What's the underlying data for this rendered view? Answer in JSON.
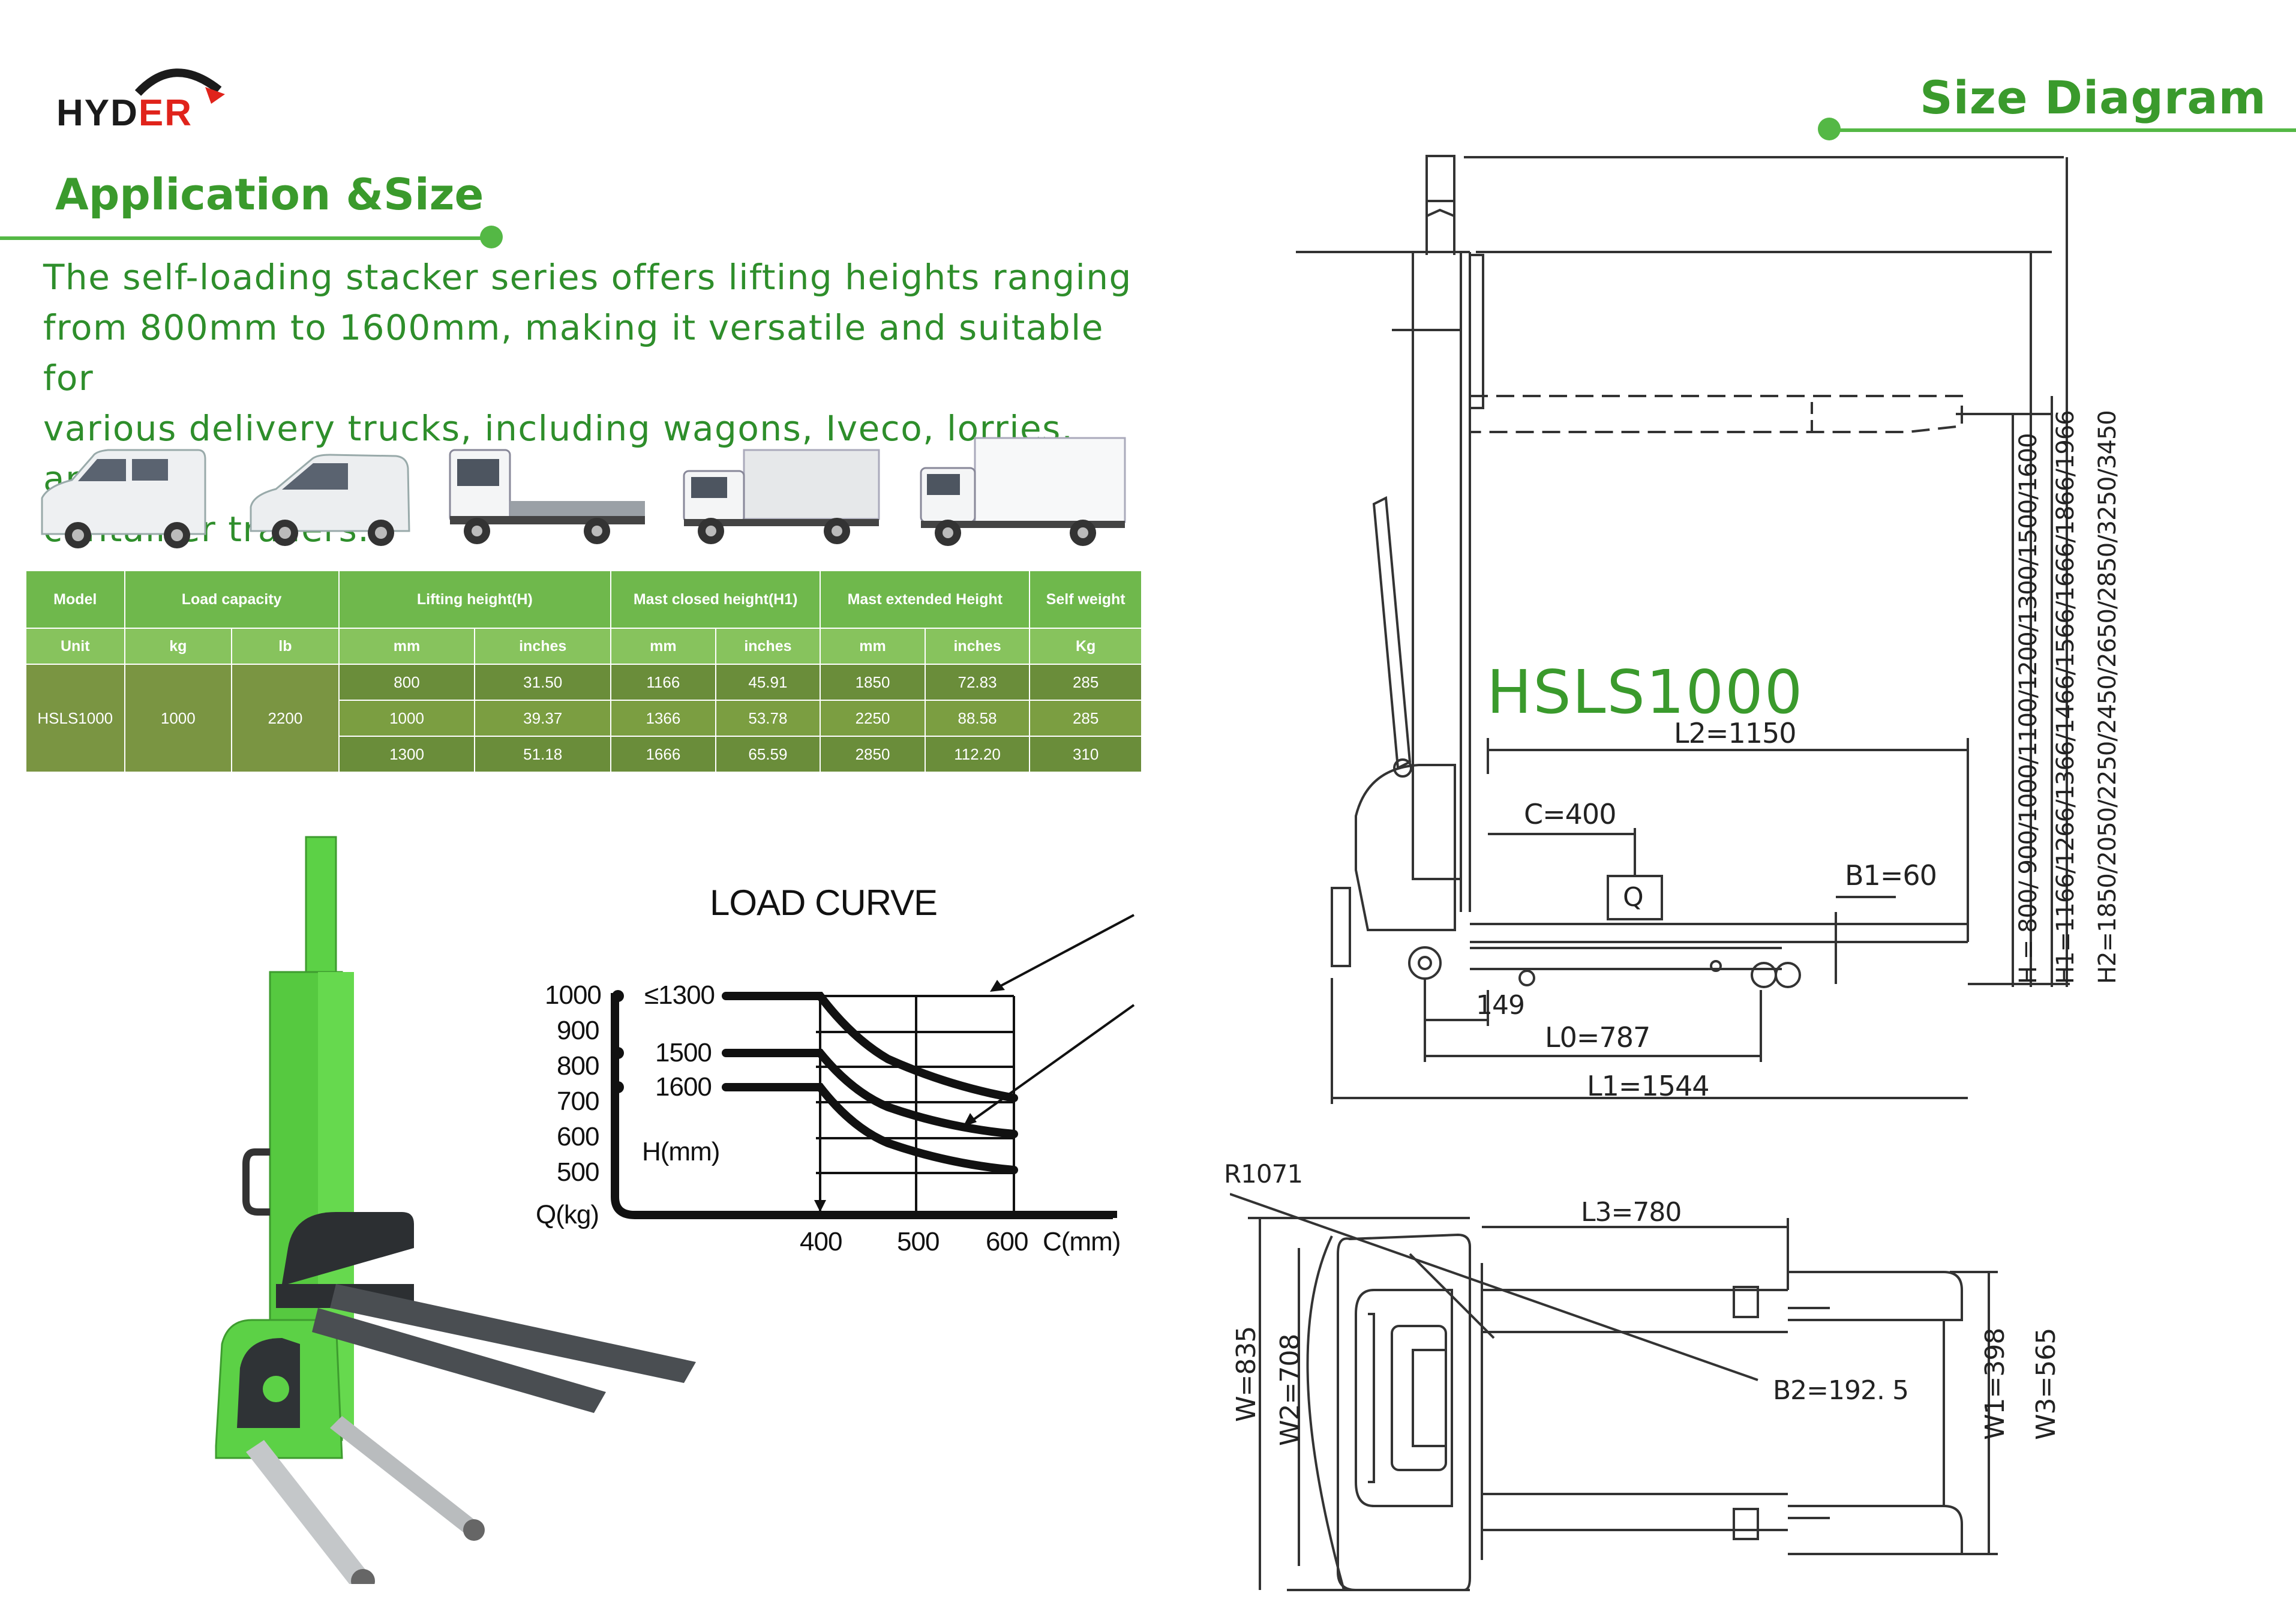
{
  "brand": {
    "logo_text_dark": "HYD",
    "logo_text_red": "ER"
  },
  "application": {
    "title": "Application &Size",
    "intro_lines": [
      "The self-loading stacker series offers lifting heights ranging",
      "from 800mm to 1600mm, making it versatile and suitable for",
      "various delivery trucks, including wagons, Iveco, lorries, and",
      "container trailers."
    ]
  },
  "vehicles": [
    "van-icon",
    "minivan-icon",
    "flatbed-truck-icon",
    "canvas-truck-icon",
    "box-truck-icon"
  ],
  "spec_table": {
    "header": {
      "model": "Model",
      "load_capacity": "Load capacity",
      "lifting_height": "Lifting height(H)",
      "mast_closed": "Mast closed height(H1)",
      "mast_extended": "Mast extended Height",
      "self_weight": "Self weight"
    },
    "units": {
      "unit": "Unit",
      "kg": "kg",
      "lb": "lb",
      "lift_mm": "mm",
      "lift_in": "inches",
      "closed_mm": "mm",
      "closed_in": "inches",
      "ext_mm": "mm",
      "ext_in": "inches",
      "weight": "Kg"
    },
    "model": "HSLS1000",
    "capacity_kg": "1000",
    "capacity_lb": "2200",
    "rows": [
      {
        "lift_mm": "800",
        "lift_in": "31.50",
        "closed_mm": "1166",
        "closed_in": "45.91",
        "ext_mm": "1850",
        "ext_in": "72.83",
        "weight": "285"
      },
      {
        "lift_mm": "1000",
        "lift_in": "39.37",
        "closed_mm": "1366",
        "closed_in": "53.78",
        "ext_mm": "2250",
        "ext_in": "88.58",
        "weight": "285"
      },
      {
        "lift_mm": "1300",
        "lift_in": "51.18",
        "closed_mm": "1666",
        "closed_in": "65.59",
        "ext_mm": "2850",
        "ext_in": "112.20",
        "weight": "310"
      }
    ]
  },
  "load_curve": {
    "title": "LOAD CURVE",
    "y_ticks": [
      "1000",
      "900",
      "800",
      "700",
      "600",
      "500"
    ],
    "y_unit": "Q(kg)",
    "x_ticks": [
      "400",
      "500",
      "600"
    ],
    "x_unit": "C(mm)",
    "h_label": "H(mm)",
    "series_labels": [
      "≤1300",
      "1500",
      "1600"
    ]
  },
  "size_diagram": {
    "title": "Size Diagram",
    "model": "HSLS1000",
    "side": {
      "l2": "L2=1150",
      "c": "C=400",
      "q": "Q",
      "b1": "B1=60",
      "d149": "149",
      "l0": "L0=787",
      "l1": "L1=1544",
      "h": "H = 800/ 900/1000/1100/1200/1300/1500/1600",
      "h1": "H1=1166/1266/1366/1466/1566/1666/1866/1966",
      "h2": "H2=1850/2050/2250/2450/2650/2850/3250/3450"
    },
    "top": {
      "r": "R1071",
      "l3": "L3=780",
      "b2": "B2=192. 5",
      "w": "W=835",
      "w2": "W2=708",
      "w1": "W1=398",
      "w3": "W3=565"
    }
  }
}
